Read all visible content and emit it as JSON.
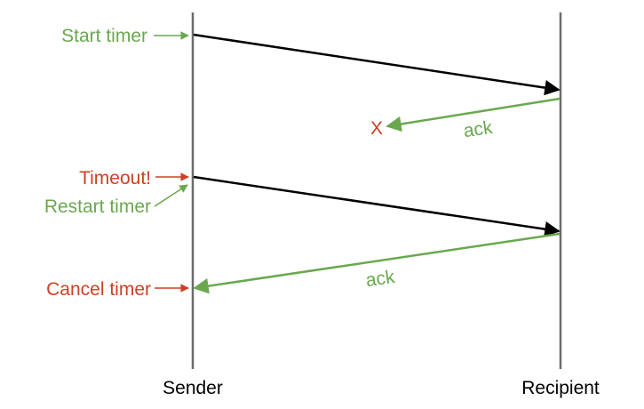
{
  "colors": {
    "green": "#6aa84f",
    "red": "#cc4125",
    "black": "#000000",
    "gray": "#6b6b6b"
  },
  "participants": {
    "sender": "Sender",
    "recipient": "Recipient"
  },
  "annotations": {
    "start_timer": "Start timer",
    "timeout": "Timeout!",
    "restart_timer": "Restart timer",
    "cancel_timer": "Cancel timer"
  },
  "messages": {
    "ack_lost_label": "ack",
    "ack_lost_marker": "X",
    "ack_received_label": "ack"
  }
}
